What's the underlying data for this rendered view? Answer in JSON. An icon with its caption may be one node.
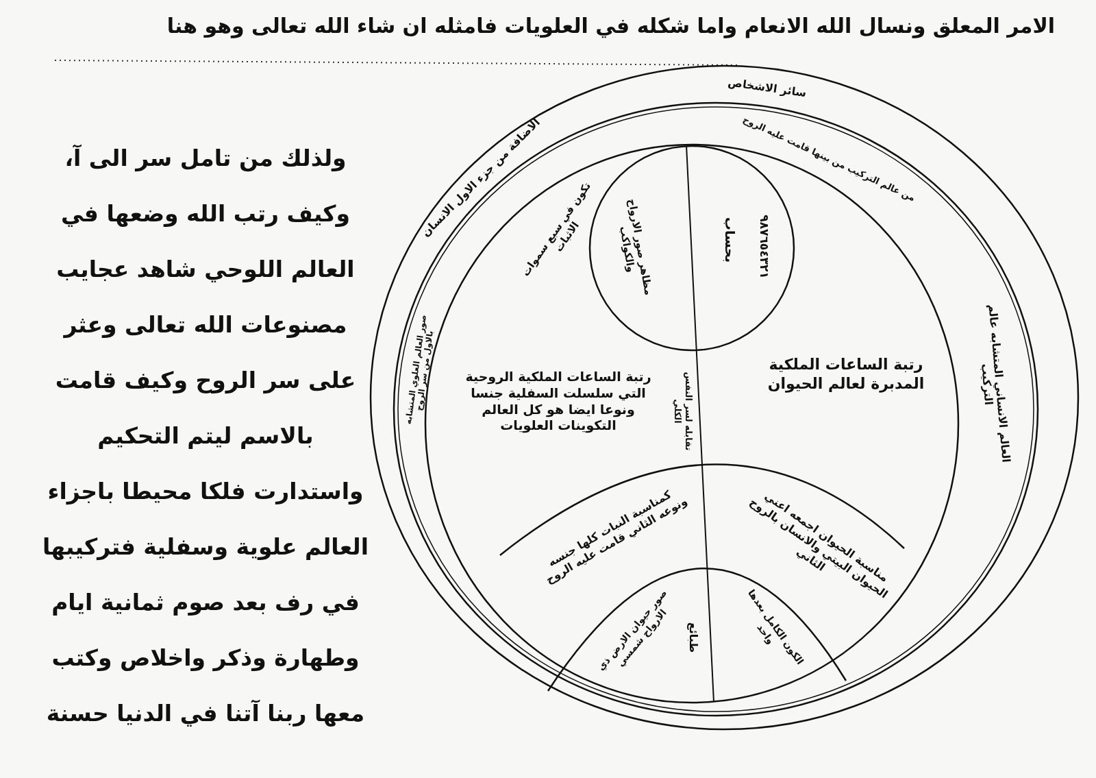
{
  "diagram": {
    "nodes": [
      {
        "text": [
          "سائر الاشخاص",
          "الاضافة من جزء الاول الانسان",
          "صور العالم العلوي المتشابه بالاول من سر الروح",
          "من عالم التركيب من بينها قامت عليه الروح",
          "العالم الانساني المتشابه عالم التركيب"
        ]
      },
      {
        "text": [
          "تكون في سبع سموات الاثبات",
          "رتبة الساعات الملكية الروحية التي سلسلت السفلية جنسا ونوعا ايضا هو كل العالم التكوينات العلويات",
          "رتبة الساعات الملكية المدبرة لعالم الحيوان",
          "تقابله لسر النفس الكلي"
        ],
        "in": 0
      },
      {
        "text": [
          "مظاهر صور الارواح والكواكب",
          "بحساب",
          "٩٨٧٦٥٤٣٢١"
        ],
        "in": 1
      },
      {
        "text": [
          "كمناسبة النبات كلها جنسه ونوعه الثاني قامت عليه الروح",
          "مناسبة الحيوان اجمعه اعني الحيوان البيتي والانسان بالروح الثاني"
        ],
        "in": 1
      },
      {
        "text": [
          "صور حيوان الارض ذي الارواح شمسي",
          "طبائع",
          "الكون الكامل بعدها واحد"
        ],
        "in": 3
      }
    ],
    "labels": [
      "الامر المعلق ونسال الله الانعام واما شكله في العلويات فامثله ان شاء الله تعالى وهو هنا",
      "ولذلك من تامل سر الى آ، وكيف رتب الله وضعها في العالم اللوحي شاهد عجايب مصنوعات الله تعالى وعثر على سر الروح وكيف قامت بالاسم ليتم التحكيم واستدارت فلكا محيطا باجزاء العالم علوية وسفلية فتركيبها في رف بعد صوم ثمانية ايام وطهارة وذكر واخلاص وكتب معها ربنا آتنا في الدنيا حسنة"
    ]
  }
}
